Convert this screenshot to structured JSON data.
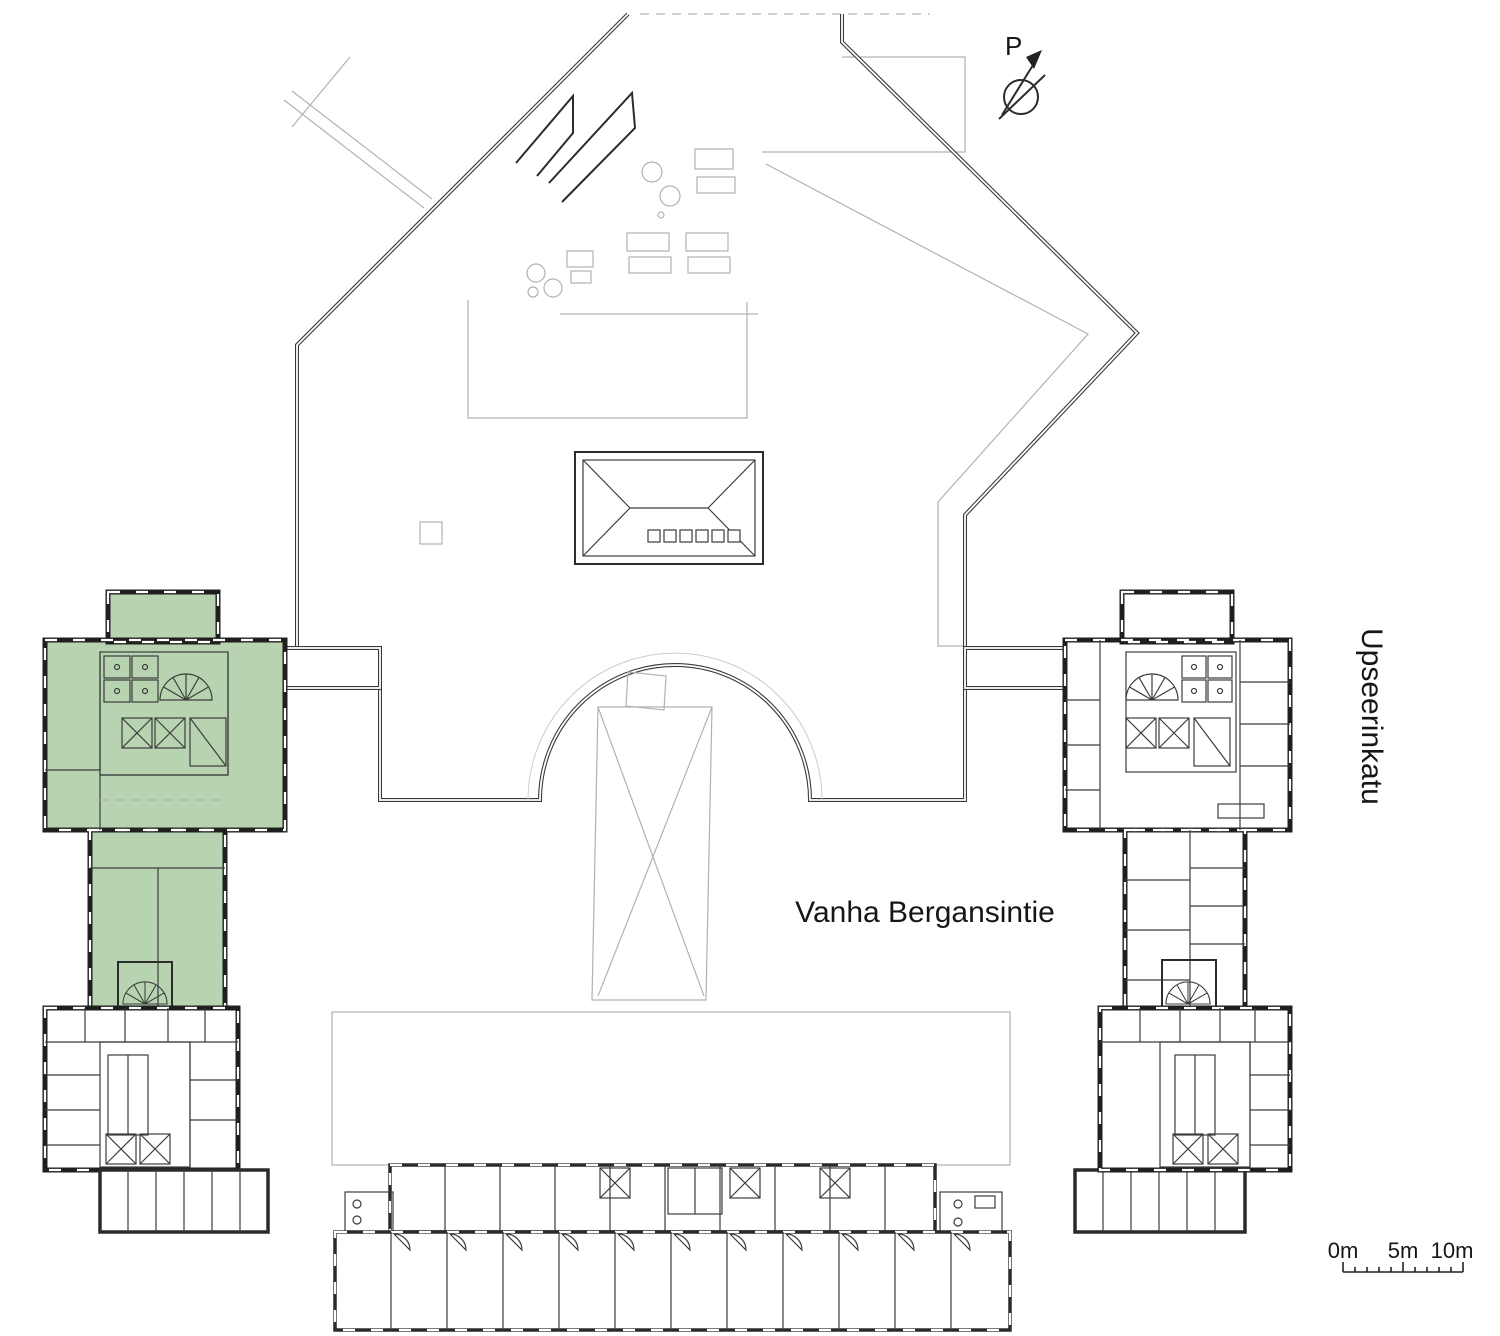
{
  "labels": {
    "street_main": "Vanha Bergansintie",
    "street_side": "Upseerinkatu",
    "north_mark": "P"
  },
  "scale_bar": {
    "zero": "0m",
    "five": "5m",
    "ten": "10m"
  },
  "colors": {
    "highlight_green": "#b7d3b0",
    "wall": "#3a3a3a",
    "light_line": "#b2b2b2"
  }
}
